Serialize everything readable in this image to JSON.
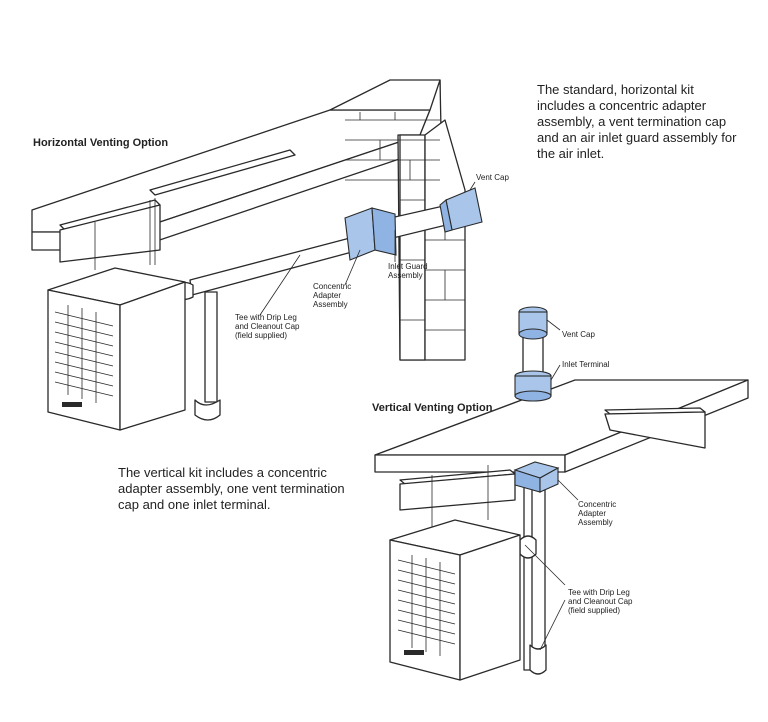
{
  "horizontal": {
    "title": "Horizontal Venting Option",
    "description": "The standard, horizontal kit includes a concentric adapter assembly, a vent termination cap and an air inlet guard assembly for the air inlet.",
    "labels": {
      "vent_cap": "Vent Cap",
      "inlet_guard": "Inlet Guard\nAssembly",
      "concentric_adapter": "Concentric\nAdapter\nAssembly",
      "tee": "Tee with Drip Leg\nand Cleanout Cap\n(field supplied)"
    }
  },
  "vertical": {
    "title": "Vertical Venting Option",
    "description": "The vertical kit includes a concentric adapter assembly, one vent termination cap and one inlet terminal.",
    "labels": {
      "vent_cap": "Vent Cap",
      "inlet_terminal": "Inlet Terminal",
      "concentric_adapter": "Concentric\nAdapter\nAssembly",
      "tee": "Tee with Drip Leg\nand Cleanout Cap\n(field supplied)"
    }
  },
  "colors": {
    "component_fill": "#a9c6ea",
    "line": "#2a2a2a"
  },
  "icons": [
    "unit-heater-icon",
    "brick-wall-icon",
    "ceiling-joist-icon"
  ]
}
